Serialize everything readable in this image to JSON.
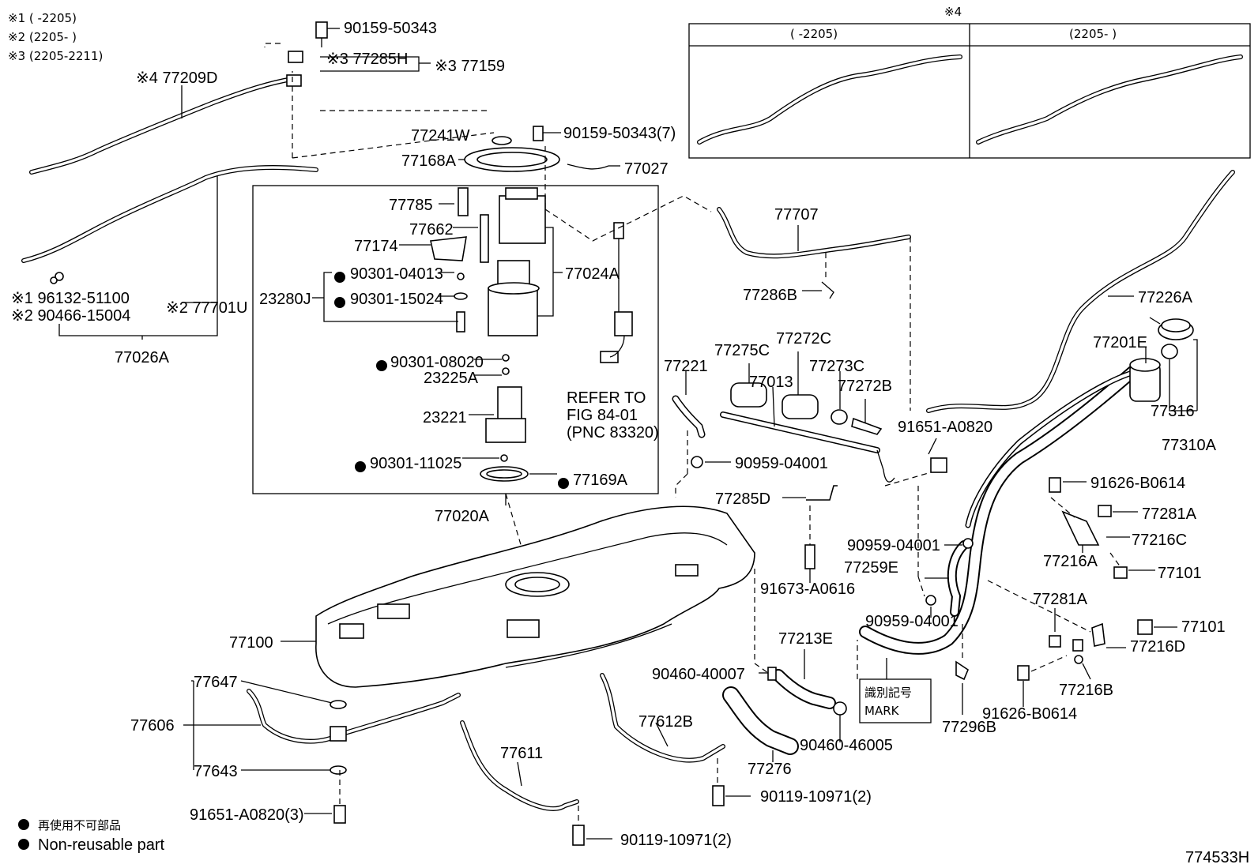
{
  "notes": {
    "n1": "※1 (      -2205)",
    "n2": "※2 (2205-        )",
    "n3": "※3 (2205-2211)",
    "n4": "※4",
    "inset_left": "(      -2205)",
    "inset_right": "(2205-        )"
  },
  "labels": {
    "p90159_50343_top": "90159-50343",
    "p77285H": "※3 77285H",
    "p77159": "※3 77159",
    "p77209D": "※4 77209D",
    "p77241W": "77241W",
    "p90159_50343_7": "90159-50343(7)",
    "p77168A": "77168A",
    "p77027": "77027",
    "p77785": "77785",
    "p77662": "77662",
    "p77174": "77174",
    "p90301_04013": "90301-04013",
    "p23280J": "23280J",
    "p90301_15024": "90301-15024",
    "p77024A": "77024A",
    "p90301_08020": "90301-08020",
    "p23225A": "23225A",
    "p23221": "23221",
    "p90301_11025": "90301-11025",
    "p77169A": "77169A",
    "p77020A": "77020A",
    "refer1": "REFER TO",
    "refer2": "FIG 84-01",
    "refer3": "(PNC 83320)",
    "p96132": "※1 96132-51100",
    "p90466": "※2 90466-15004",
    "p77701U": "※2 77701U",
    "p77026A": "77026A",
    "p77707": "77707",
    "p77286B": "77286B",
    "p77226A": "77226A",
    "p77221": "77221",
    "p77275C": "77275C",
    "p77272C": "77272C",
    "p77013": "77013",
    "p77273C": "77273C",
    "p77272B": "77272B",
    "p91651_A0820": "91651-A0820",
    "p77201E": "77201E",
    "p77316": "77316",
    "p77310A": "77310A",
    "p90959_04001_a": "90959-04001",
    "p77285D": "77285D",
    "p91626_B0614_a": "91626-B0614",
    "p77281A_a": "77281A",
    "p90959_04001_b": "90959-04001",
    "p77216C": "77216C",
    "p77216A": "77216A",
    "p77259E": "77259E",
    "p77101_a": "77101",
    "p91673_A0616": "91673-A0616",
    "p90959_04001_c": "90959-04001",
    "p77281A_b": "77281A",
    "p77101_b": "77101",
    "p77100": "77100",
    "p77213E": "77213E",
    "p77216D": "77216D",
    "p90460_40007": "90460-40007",
    "mark_jp": "識別記号",
    "mark_en": "MARK",
    "p77216B": "77216B",
    "p77647": "77647",
    "p77606": "77606",
    "p77612B": "77612B",
    "p90460_46005": "90460-46005",
    "p77296B": "77296B",
    "p91626_B0614_b": "91626-B0614",
    "p77643": "77643",
    "p77611": "77611",
    "p77276": "77276",
    "p90119_10971_a": "90119-10971(2)",
    "p91651_A0820_3": "91651-A0820(3)",
    "p90119_10971_b": "90119-10971(2)",
    "figure_id": "774533H"
  },
  "legend": {
    "jp": "再使用不可部品",
    "en": "Non-reusable part"
  }
}
